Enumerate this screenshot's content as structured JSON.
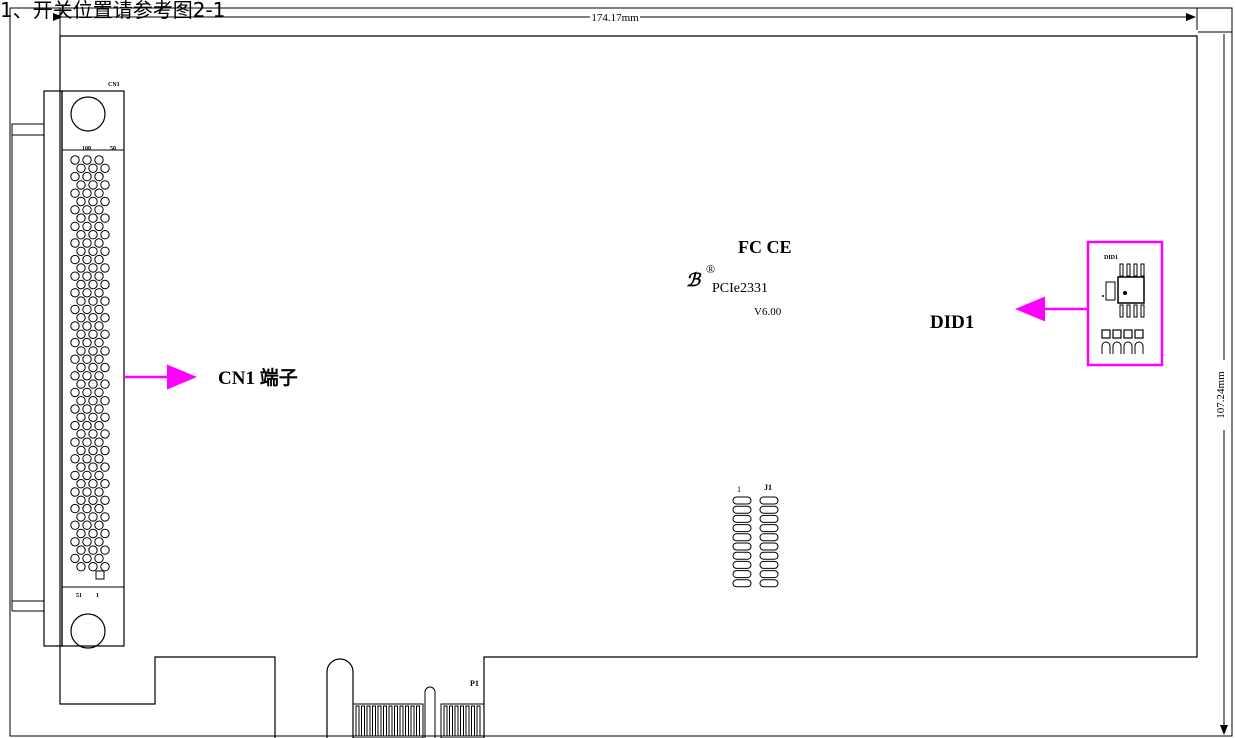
{
  "caption": "1、开关位置请参考图2-1",
  "dimensions": {
    "width": "174.17mm",
    "height": "107.24mm"
  },
  "board": {
    "connector_label": "CN1",
    "pin_top_left": "100",
    "pin_top_right": "50",
    "pin_bottom_left": "51",
    "pin_bottom_right": "1",
    "logo_marks": "FC CE",
    "registered_mark": "®",
    "model": "PCIe2331",
    "version": "V6.00",
    "did_label": "DID1",
    "jumper_label": "J1",
    "jumper_pin1": "1",
    "edge_label": "P1"
  },
  "callouts": {
    "cn1": "CN1 端子",
    "did1": "DID1"
  },
  "colors": {
    "highlight": "#ff00ff",
    "line": "#000000"
  }
}
